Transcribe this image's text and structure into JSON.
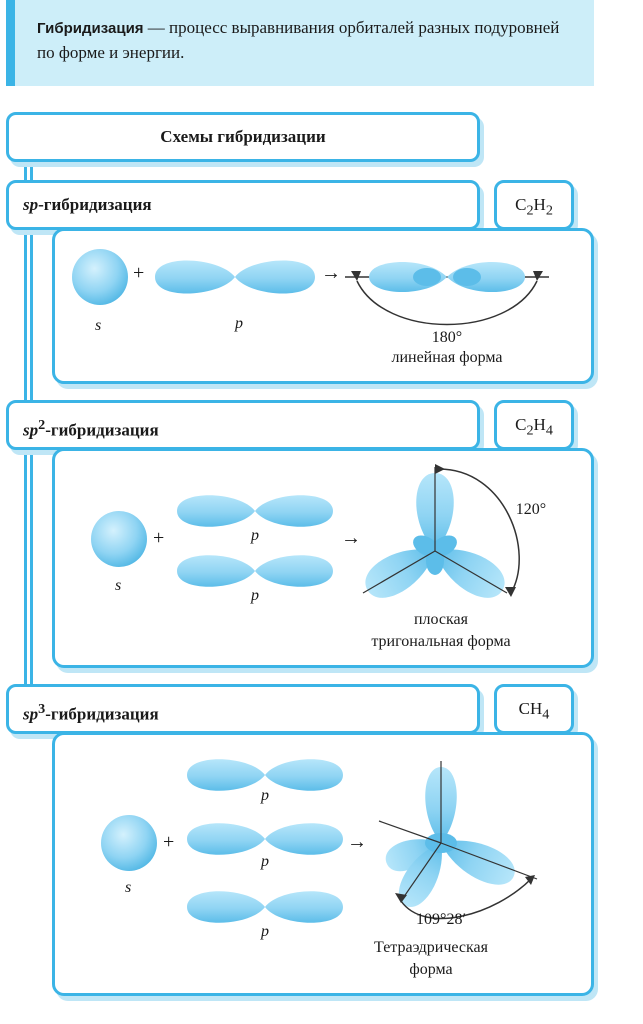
{
  "definition": {
    "term": "Гибридизация",
    "text": " — процесс выравнивания орбиталей разных подуровней по форме и энергии."
  },
  "schemes_title": "Схемы гибридизации",
  "sections": [
    {
      "label_main": "sp",
      "label_sup": "",
      "label_rest": "-гибридизация",
      "formula": {
        "a": "C",
        "a_sub": "2",
        "b": "H",
        "b_sub": "2"
      },
      "labels": [
        "s",
        "p"
      ],
      "angle": "180°",
      "shape": "линейная форма"
    },
    {
      "label_main": "sp",
      "label_sup": "2",
      "label_rest": "-гибридизация",
      "formula": {
        "a": "C",
        "a_sub": "2",
        "b": "H",
        "b_sub": "4"
      },
      "labels": [
        "s",
        "p",
        "p"
      ],
      "angle": "120°",
      "shape_line1": "плоская",
      "shape_line2": "тригональная форма"
    },
    {
      "label_main": "sp",
      "label_sup": "3",
      "label_rest": "-гибридизация",
      "formula": {
        "a": "CH",
        "a_sub": "4"
      },
      "labels": [
        "s",
        "p",
        "p",
        "p"
      ],
      "angle": "109°28′",
      "shape_line1": "Тетраэдрическая",
      "shape_line2": "форма"
    }
  ],
  "symbols": {
    "plus": "+",
    "arrow": "→"
  },
  "colors": {
    "accent": "#3bb4e6",
    "orbital": "#8fd4f3",
    "orbital_dark": "#5cbde9",
    "box_fill": "#cdeef9"
  }
}
